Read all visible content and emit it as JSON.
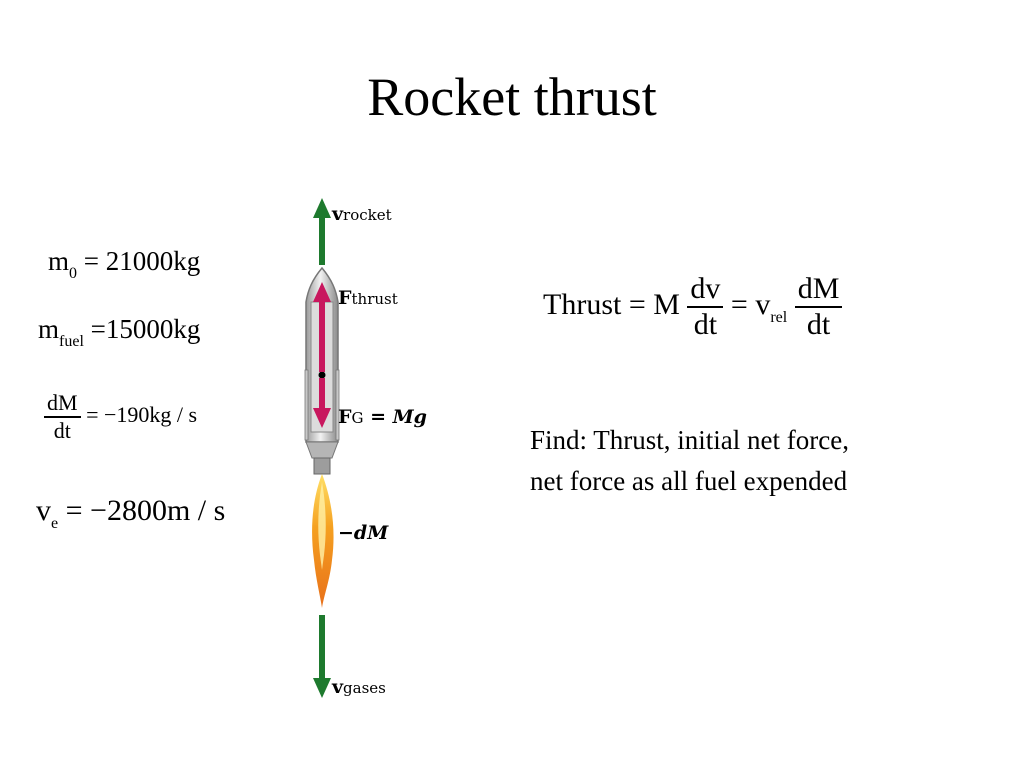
{
  "title": "Rocket thrust",
  "givens": {
    "m0": {
      "symbol": "m",
      "sub": "0",
      "rhs": "= 21000kg"
    },
    "mfuel": {
      "symbol": "m",
      "sub": "fuel",
      "rhs": "=15000kg"
    },
    "dMdt": {
      "num": "dM",
      "den": "dt",
      "rhs": "= −190kg / s"
    },
    "ve": {
      "symbol": "v",
      "sub": "e",
      "rhs": "= −2800m / s"
    }
  },
  "thrust_eq": {
    "lhs": "Thrust = M",
    "frac1_num": "dv",
    "frac1_den": "dt",
    "mid": "= v",
    "mid_sub": "rel",
    "frac2_num": "dM",
    "frac2_den": "dt"
  },
  "find": {
    "line1": "Find:  Thrust, initial net force,",
    "line2": "net force as all fuel expended"
  },
  "diagram": {
    "v_rocket": {
      "main": "v",
      "sub": "rocket"
    },
    "f_thrust": {
      "main": "F",
      "sub": "thrust"
    },
    "f_g": {
      "main": "F",
      "sub": "G",
      "rhs": "= Mg"
    },
    "minus_dm": "−dM",
    "v_gases": {
      "main": "v",
      "sub": "gases"
    },
    "colors": {
      "green_arrow": "#1e7a2e",
      "thrust_arrow": "#c8175e",
      "flame_orange": "#f28a1a",
      "flame_yellow": "#ffd24a",
      "body": "#d9d9d9"
    }
  }
}
